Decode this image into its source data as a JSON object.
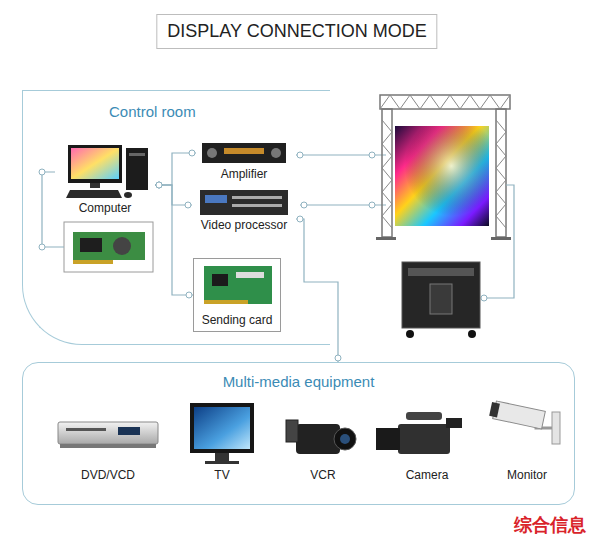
{
  "diagram": {
    "title": "DISPLAY CONNECTION MODE",
    "nodes": [
      {
        "text": [
          "Control room"
        ]
      },
      {
        "text": [
          "Computer"
        ],
        "in": 0
      },
      {
        "text": [
          "Amplifier"
        ],
        "in": 0
      },
      {
        "text": [
          "Video processor"
        ],
        "in": 0
      },
      {
        "text": [
          "Sending card"
        ],
        "in": 0
      },
      {
        "text": [
          "Multi-media equipment"
        ]
      },
      {
        "text": [
          "DVD/VCD"
        ],
        "in": 5
      },
      {
        "text": [
          "TV"
        ],
        "in": 5
      },
      {
        "text": [
          "VCR"
        ],
        "in": 5
      },
      {
        "text": [
          "Camera"
        ],
        "in": 5
      },
      {
        "text": [
          "Monitor"
        ],
        "in": 5
      }
    ],
    "edges": [
      {
        "from": 1,
        "to": 2,
        "arrow": "none"
      },
      {
        "from": 1,
        "to": 3,
        "arrow": "none"
      },
      {
        "from": 1,
        "to": 4,
        "arrow": "none"
      },
      {
        "from": 3,
        "to": 5,
        "arrow": "none"
      }
    ],
    "labels": [
      "综合信息"
    ]
  }
}
